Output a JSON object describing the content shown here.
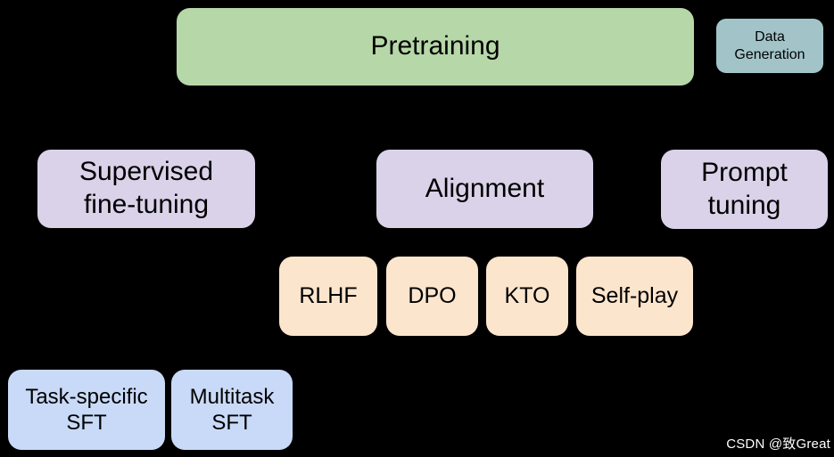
{
  "colors": {
    "background": "#000000",
    "pretraining_fill": "#b6d7a8",
    "data_generation_fill": "#a2c4c9",
    "stage_fill": "#d9d2e9",
    "alignment_method_fill": "#fce5cd",
    "sft_type_fill": "#c9daf8",
    "box_text": "#000000",
    "watermark_text": "#ffffff"
  },
  "diagram": {
    "stages": {
      "pretraining": {
        "label": "Pretraining"
      },
      "data_generation": {
        "label": "Data\nGeneration"
      },
      "supervised_fine_tuning": {
        "label": "Supervised\nfine-tuning"
      },
      "alignment": {
        "label": "Alignment"
      },
      "prompt_tuning": {
        "label": "Prompt\ntuning"
      }
    },
    "alignment_methods": [
      {
        "label": "RLHF"
      },
      {
        "label": "DPO"
      },
      {
        "label": "KTO"
      },
      {
        "label": "Self-play"
      }
    ],
    "sft_types": [
      {
        "label": "Task-specific\nSFT"
      },
      {
        "label": "Multitask\nSFT"
      }
    ]
  },
  "watermark": {
    "text": "CSDN @致Great"
  }
}
